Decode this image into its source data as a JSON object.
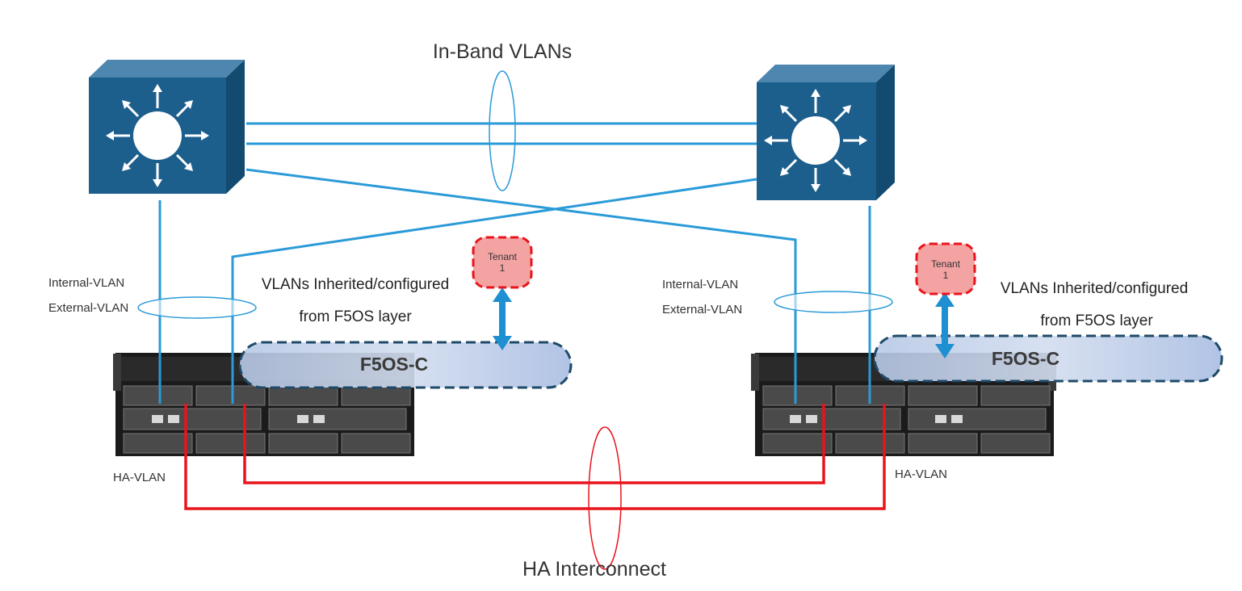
{
  "diagram": {
    "title_top": "In-Band VLANs",
    "title_bottom": "HA Interconnect",
    "colors": {
      "switch_blue": "#1c5f8d",
      "link_blue": "#2a9ad8",
      "ha_red": "#e8141c",
      "f5os_border": "#1e4a68",
      "tenant_red": "#e8141c",
      "tenant_fill": "#f4a3a3"
    },
    "left_system": {
      "internal_vlan": "Internal-VLAN",
      "external_vlan": "External-VLAN",
      "vlans_line1": "VLANs Inherited/configured",
      "vlans_line2": "from F5OS layer",
      "f5os_label": "F5OS-C",
      "tenant_line1": "Tenant",
      "tenant_line2": "1",
      "ha_vlan": "HA-VLAN"
    },
    "right_system": {
      "internal_vlan": "Internal-VLAN",
      "external_vlan": "External-VLAN",
      "vlans_line1": "VLANs Inherited/configured",
      "vlans_line2": "from F5OS layer",
      "f5os_label": "F5OS-C",
      "tenant_line1": "Tenant",
      "tenant_line2": "1",
      "ha_vlan": "HA-VLAN"
    },
    "switches": [
      {
        "name": "switch-left-icon"
      },
      {
        "name": "switch-right-icon"
      }
    ]
  }
}
